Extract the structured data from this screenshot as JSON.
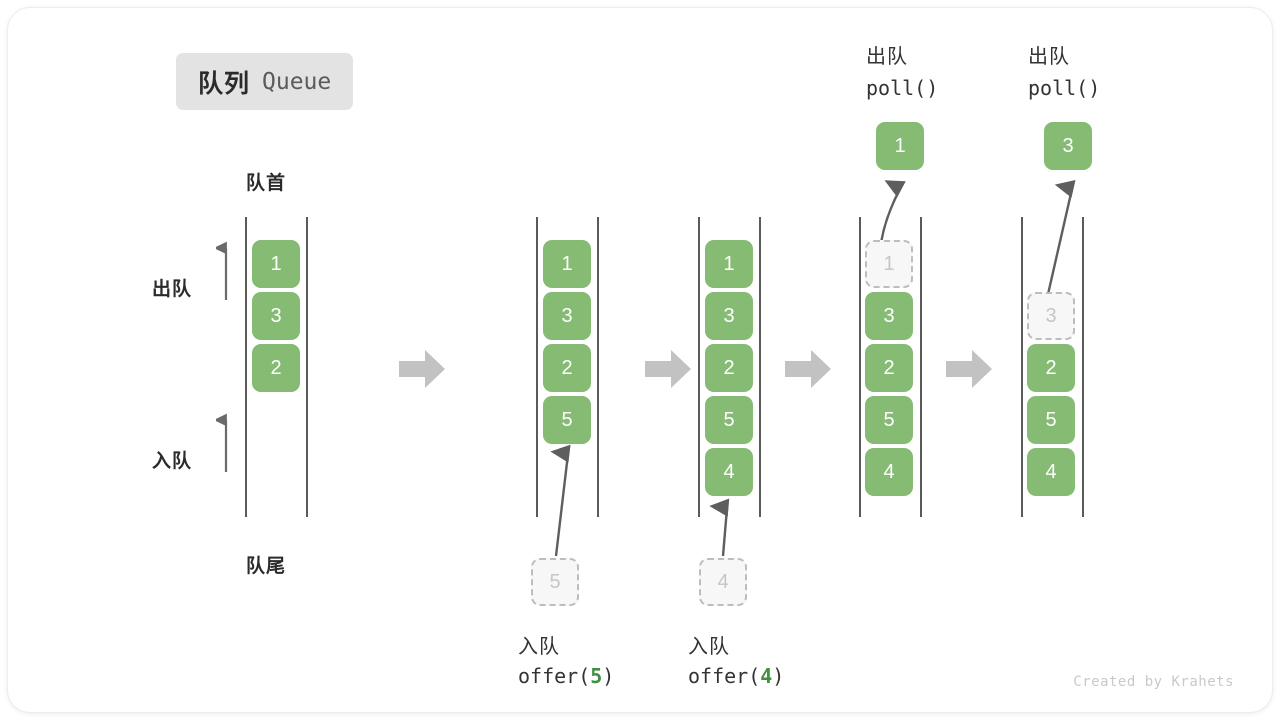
{
  "title": {
    "cn": "队列",
    "en": "Queue"
  },
  "labels": {
    "head": "队首",
    "tail": "队尾",
    "dequeue": "出队",
    "enqueue": "入队"
  },
  "credit": "Created by Krahets",
  "operations": [
    {
      "id": "offer5",
      "cn": "入队",
      "code_prefix": "offer(",
      "code_num": "5",
      "code_suffix": ")"
    },
    {
      "id": "offer4",
      "cn": "入队",
      "code_prefix": "offer(",
      "code_num": "4",
      "code_suffix": ")"
    },
    {
      "id": "poll1",
      "cn": "出队",
      "code": "poll()"
    },
    {
      "id": "poll2",
      "cn": "出队",
      "code": "poll()"
    }
  ],
  "colors": {
    "element": "#86bb74",
    "ghost_fill": "#f7f7f7",
    "ghost_border": "#bdbdbd",
    "ghost_text": "#c6c6c6",
    "rail": "#5a5a5a",
    "transition_arrow": "#c2c2c2",
    "badge_bg": "#e3e3e3",
    "text": "#2b2b2b",
    "credit": "#c9c9c9"
  },
  "stages": [
    {
      "id": "stage-1",
      "name": "initial-queue",
      "items": [
        {
          "value": "1",
          "state": "filled"
        },
        {
          "value": "3",
          "state": "filled"
        },
        {
          "value": "2",
          "state": "filled"
        }
      ],
      "pending": null,
      "popped": null
    },
    {
      "id": "stage-2",
      "name": "after-offer-5",
      "items": [
        {
          "value": "1",
          "state": "filled"
        },
        {
          "value": "3",
          "state": "filled"
        },
        {
          "value": "2",
          "state": "filled"
        },
        {
          "value": "5",
          "state": "filled"
        }
      ],
      "pending": {
        "value": "5",
        "state": "ghost"
      },
      "popped": null
    },
    {
      "id": "stage-3",
      "name": "after-offer-4",
      "items": [
        {
          "value": "1",
          "state": "filled"
        },
        {
          "value": "3",
          "state": "filled"
        },
        {
          "value": "2",
          "state": "filled"
        },
        {
          "value": "5",
          "state": "filled"
        },
        {
          "value": "4",
          "state": "filled"
        }
      ],
      "pending": {
        "value": "4",
        "state": "ghost"
      },
      "popped": null
    },
    {
      "id": "stage-4",
      "name": "after-poll-1",
      "items": [
        {
          "value": "1",
          "state": "ghost"
        },
        {
          "value": "3",
          "state": "filled"
        },
        {
          "value": "2",
          "state": "filled"
        },
        {
          "value": "5",
          "state": "filled"
        },
        {
          "value": "4",
          "state": "filled"
        }
      ],
      "pending": null,
      "popped": {
        "value": "1",
        "state": "filled"
      }
    },
    {
      "id": "stage-5",
      "name": "after-poll-3",
      "items": [
        {
          "value": "3",
          "state": "ghost"
        },
        {
          "value": "2",
          "state": "filled"
        },
        {
          "value": "5",
          "state": "filled"
        },
        {
          "value": "4",
          "state": "filled"
        }
      ],
      "pending": null,
      "popped": {
        "value": "3",
        "state": "filled"
      }
    }
  ]
}
